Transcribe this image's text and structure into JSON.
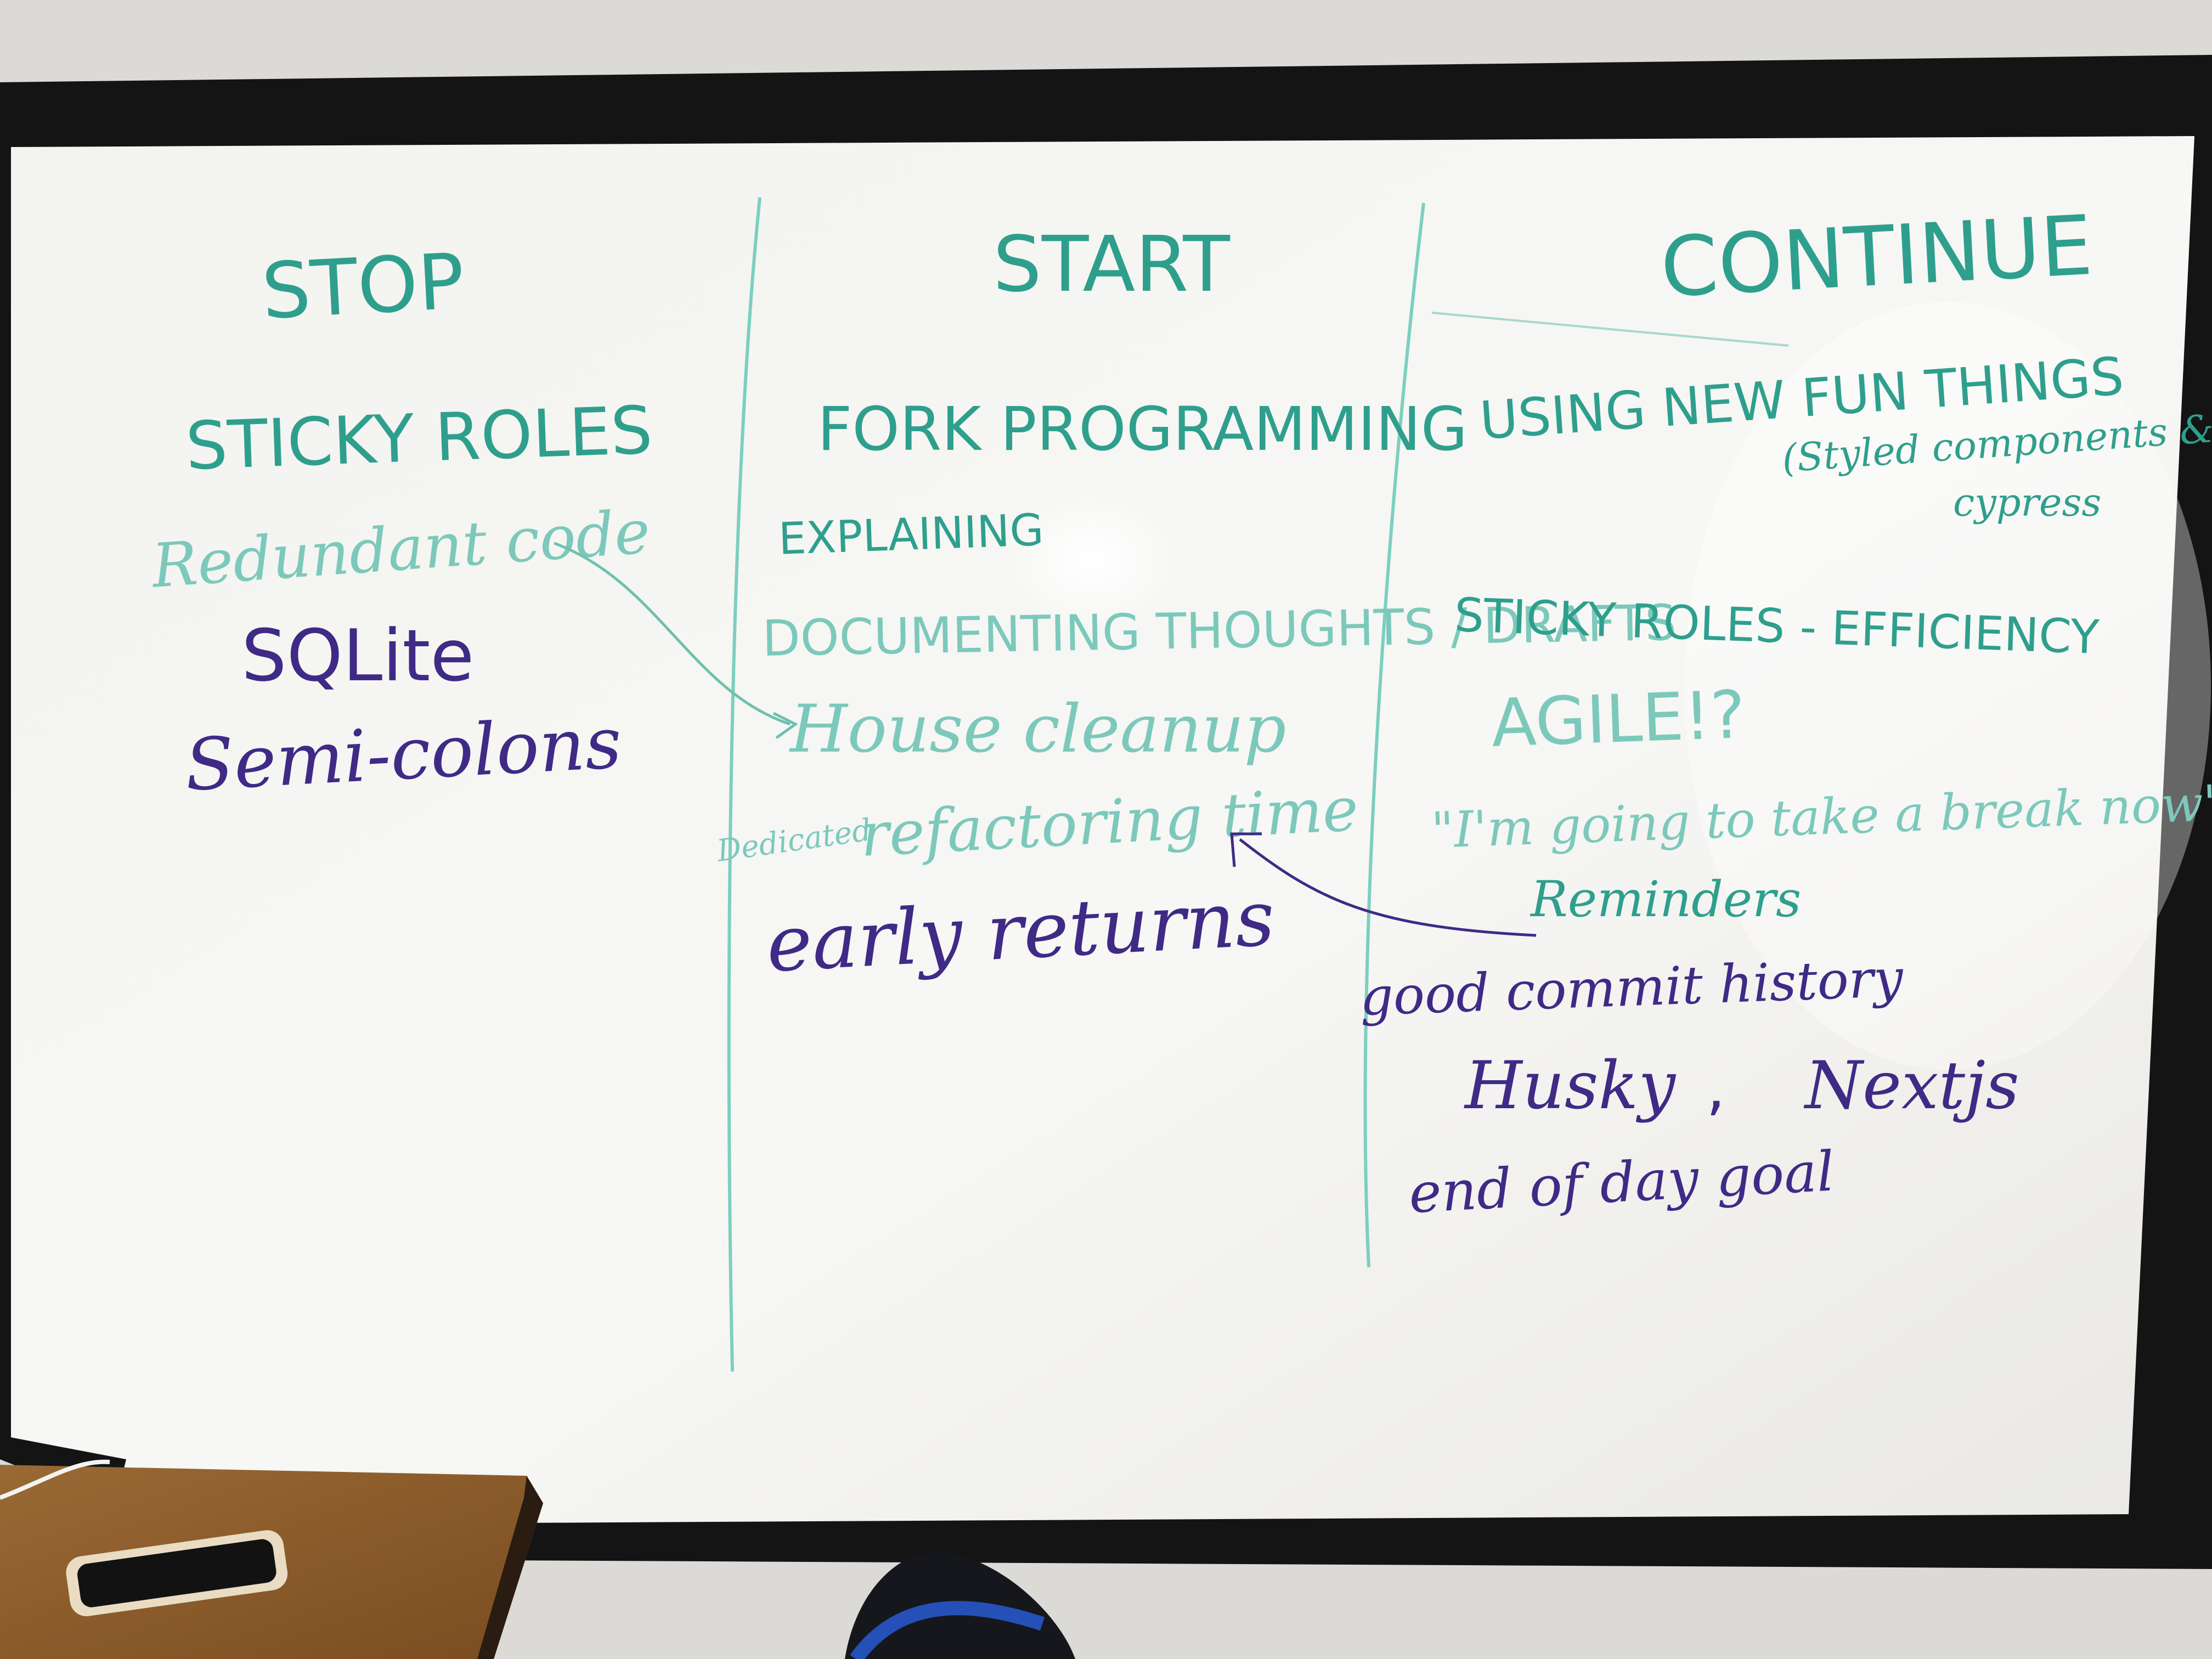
{
  "board": {
    "columns": [
      {
        "heading": "STOP",
        "items": [
          {
            "text": "STICKY ROLES",
            "ink": "teal"
          },
          {
            "text": "Redundant code",
            "ink": "teal-faint"
          },
          {
            "text": "SQLite",
            "ink": "purple"
          },
          {
            "text": "Semi-colons",
            "ink": "purple"
          }
        ]
      },
      {
        "heading": "START",
        "items": [
          {
            "text": "FORK PROGRAMMING",
            "ink": "teal"
          },
          {
            "text": "EXPLAINING",
            "ink": "teal"
          },
          {
            "text": "DOCUMENTING THOUGHTS / DRAFTS",
            "ink": "teal-faint"
          },
          {
            "text": "House cleanup",
            "ink": "teal-faint"
          },
          {
            "text": "Dedicated",
            "ink": "teal-faint"
          },
          {
            "text": "refactoring time",
            "ink": "teal-faint"
          },
          {
            "text": "early returns",
            "ink": "purple"
          }
        ]
      },
      {
        "heading": "CONTINUE",
        "items": [
          {
            "text": "USING NEW FUN THINGS",
            "ink": "teal"
          },
          {
            "text": "(Styled components &",
            "ink": "teal"
          },
          {
            "text": "cypress",
            "ink": "teal"
          },
          {
            "text": "STICKY ROLES - EFFICIENCY",
            "ink": "teal"
          },
          {
            "text": "AGILE!?",
            "ink": "teal-faint"
          },
          {
            "text": "\"I'm going to take a break now\"",
            "ink": "teal-faint"
          },
          {
            "text": "Reminders",
            "ink": "teal"
          },
          {
            "text": "good commit history",
            "ink": "purple"
          },
          {
            "text": "Husky",
            "ink": "purple"
          },
          {
            "text": ",",
            "ink": "purple"
          },
          {
            "text": "Nextjs",
            "ink": "purple"
          },
          {
            "text": "end of day goal",
            "ink": "purple"
          }
        ]
      }
    ]
  },
  "colors": {
    "wall": "#dcdad6",
    "frame": "#141414",
    "board_surface": "#f2f2ef",
    "marker_teal": "#2f9f8d",
    "marker_purple": "#3f2a86",
    "table": "#8a5a28"
  },
  "objects": [
    "phone-icon",
    "backpack-icon",
    "cable-icon"
  ]
}
